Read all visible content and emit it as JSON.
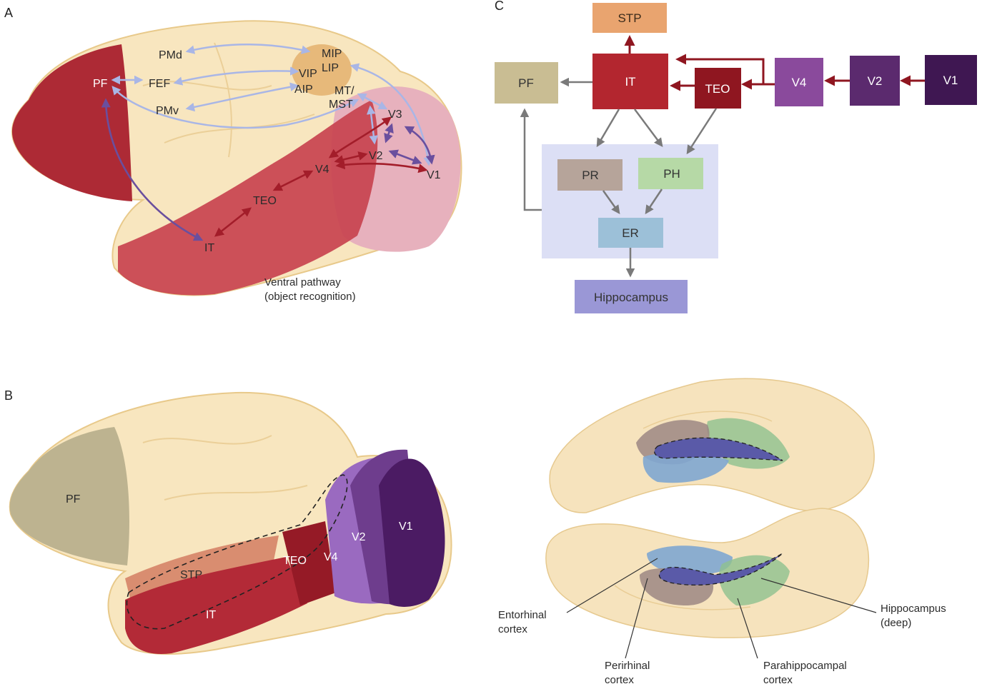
{
  "panels": {
    "a": "A",
    "b": "B",
    "c": "C"
  },
  "panel_a": {
    "labels": {
      "pf": "PF",
      "fef": "FEF",
      "pmd": "PMd",
      "pmv": "PMv",
      "mip": "MIP",
      "lip": "LIP",
      "vip": "VIP",
      "aip": "AIP",
      "mt_line1": "MT/",
      "mt_line2": "MST",
      "v3": "V3",
      "v2": "V2",
      "v1": "V1",
      "v4": "V4",
      "teo": "TEO",
      "it": "IT"
    },
    "caption_line1": "Ventral pathway",
    "caption_line2": "(object recognition)"
  },
  "panel_b": {
    "labels": {
      "pf": "PF",
      "stp": "STP",
      "it": "IT",
      "teo": "TEO",
      "v4": "V4",
      "v2": "V2",
      "v1": "V1"
    }
  },
  "panel_c": {
    "boxes": {
      "stp": "STP",
      "it": "IT",
      "teo": "TEO",
      "v4": "V4",
      "v2": "V2",
      "v1": "V1",
      "pf": "PF",
      "pr": "PR",
      "ph": "PH",
      "er": "ER",
      "hippocampus": "Hippocampus"
    },
    "colors": {
      "stp": "#e9a46f",
      "it": "#b3262f",
      "teo": "#8f1620",
      "v4": "#8a4a9c",
      "v2": "#5b2a6e",
      "v1": "#3f1752",
      "pf": "#c9bd93",
      "pr": "#b6a49a",
      "ph": "#b6d9a6",
      "er": "#9cc0d8",
      "hippocampus": "#9a97d6",
      "mtl_bg": "#dcdff5"
    }
  },
  "panel_d": {
    "entorhinal_line1": "Entorhinal",
    "entorhinal_line2": "cortex",
    "perirhinal_line1": "Perirhinal",
    "perirhinal_line2": "cortex",
    "parahippocampal_line1": "Parahippocampal",
    "parahippocampal_line2": "cortex",
    "hippocampus_line1": "Hippocampus",
    "hippocampus_line2": "(deep)"
  }
}
